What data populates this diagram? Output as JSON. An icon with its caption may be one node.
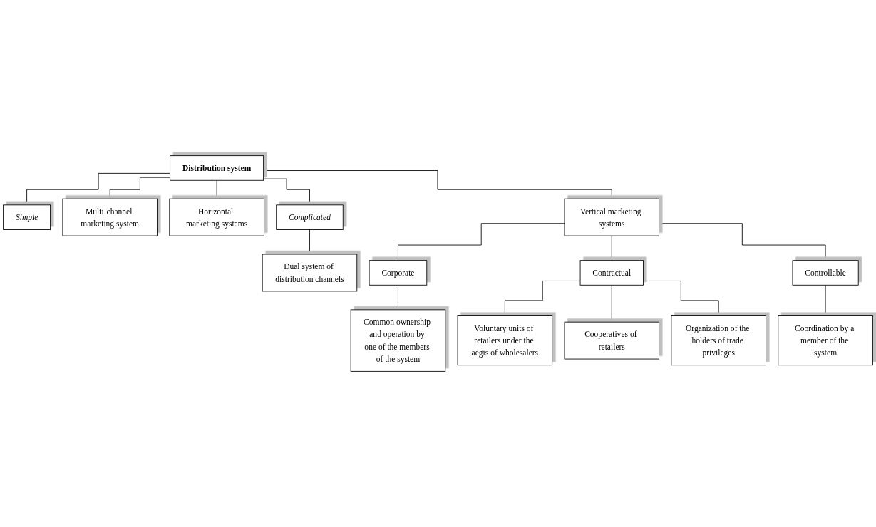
{
  "diagram": {
    "nodes": [
      {
        "text": [
          "Distribution system"
        ]
      },
      {
        "text": [
          "Simple"
        ]
      },
      {
        "text": [
          "Multi-channel marketing system"
        ]
      },
      {
        "text": [
          "Horizontal marketing systems"
        ]
      },
      {
        "text": [
          "Vertical marketing systems"
        ]
      },
      {
        "text": [
          "Complicated"
        ]
      },
      {
        "text": [
          "Dual system of distribution channels"
        ]
      },
      {
        "text": [
          "Corporate"
        ]
      },
      {
        "text": [
          "Contractual"
        ]
      },
      {
        "text": [
          "Controllable"
        ]
      },
      {
        "text": [
          "Common ownership and operation by one of the members of the system"
        ]
      },
      {
        "text": [
          "Voluntary units of retailers under the aegis of wholesalers"
        ]
      },
      {
        "text": [
          "Cooperatives of retailers"
        ]
      },
      {
        "text": [
          "Organization of the holders of trade privileges"
        ]
      },
      {
        "text": [
          "Coordination by a member of the system"
        ]
      }
    ],
    "edges": [
      {
        "from": 0,
        "to": 1,
        "arrow": "to"
      },
      {
        "from": 0,
        "to": 2,
        "arrow": "to"
      },
      {
        "from": 0,
        "to": 3,
        "arrow": "to"
      },
      {
        "from": 0,
        "to": 4,
        "arrow": "to"
      },
      {
        "from": 0,
        "to": 5,
        "arrow": "to"
      },
      {
        "from": 5,
        "to": 6,
        "arrow": "to"
      },
      {
        "from": 4,
        "to": 7,
        "arrow": "to"
      },
      {
        "from": 4,
        "to": 8,
        "arrow": "to"
      },
      {
        "from": 4,
        "to": 9,
        "arrow": "to"
      },
      {
        "from": 7,
        "to": 10,
        "arrow": "to"
      },
      {
        "from": 8,
        "to": 11,
        "arrow": "to"
      },
      {
        "from": 8,
        "to": 12,
        "arrow": "to"
      },
      {
        "from": 8,
        "to": 13,
        "arrow": "to"
      },
      {
        "from": 9,
        "to": 14,
        "arrow": "to"
      }
    ]
  }
}
